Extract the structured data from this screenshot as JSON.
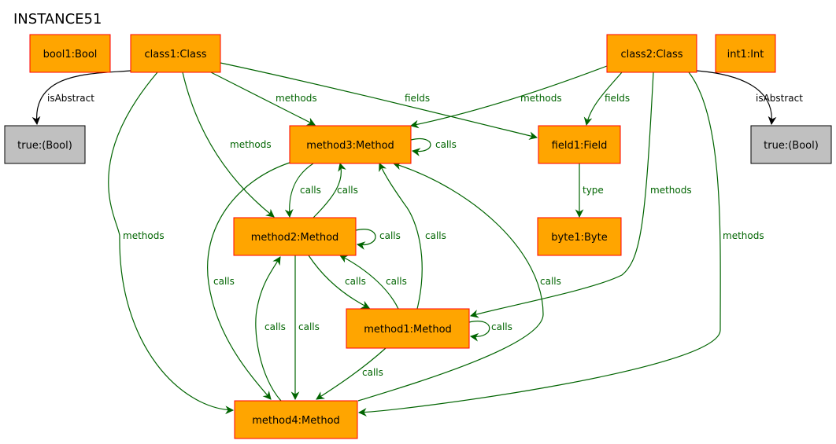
{
  "title": "INSTANCE51",
  "colors": {
    "object_fill": "#ffa500",
    "object_border": "#ff0000",
    "value_fill": "#c0c0c0",
    "value_border": "#000000",
    "edge_green": "#006400",
    "edge_black": "#000000"
  },
  "nodes": [
    {
      "id": "bool1",
      "label": "bool1:Bool",
      "kind": "object"
    },
    {
      "id": "class1",
      "label": "class1:Class",
      "kind": "object"
    },
    {
      "id": "class2",
      "label": "class2:Class",
      "kind": "object"
    },
    {
      "id": "int1",
      "label": "int1:Int",
      "kind": "object"
    },
    {
      "id": "true1",
      "label": "true:(Bool)",
      "kind": "value"
    },
    {
      "id": "true2",
      "label": "true:(Bool)",
      "kind": "value"
    },
    {
      "id": "method3",
      "label": "method3:Method",
      "kind": "object"
    },
    {
      "id": "field1",
      "label": "field1:Field",
      "kind": "object"
    },
    {
      "id": "method2",
      "label": "method2:Method",
      "kind": "object"
    },
    {
      "id": "byte1",
      "label": "byte1:Byte",
      "kind": "object"
    },
    {
      "id": "method1",
      "label": "method1:Method",
      "kind": "object"
    },
    {
      "id": "method4",
      "label": "method4:Method",
      "kind": "object"
    }
  ],
  "edges": [
    {
      "id": "e1",
      "from": "class1",
      "to": "true1",
      "label": "isAbstract",
      "style": "black"
    },
    {
      "id": "e2",
      "from": "class1",
      "to": "method3",
      "label": "methods",
      "style": "green"
    },
    {
      "id": "e3",
      "from": "class1",
      "to": "field1",
      "label": "fields",
      "style": "green"
    },
    {
      "id": "e4",
      "from": "class1",
      "to": "method2",
      "label": "methods",
      "style": "green"
    },
    {
      "id": "e5",
      "from": "class1",
      "to": "method4",
      "label": "methods",
      "style": "green"
    },
    {
      "id": "e6",
      "from": "class2",
      "to": "method3",
      "label": "methods",
      "style": "green"
    },
    {
      "id": "e7",
      "from": "class2",
      "to": "field1",
      "label": "fields",
      "style": "green"
    },
    {
      "id": "e8",
      "from": "class2",
      "to": "true2",
      "label": "isAbstract",
      "style": "black"
    },
    {
      "id": "e9",
      "from": "class2",
      "to": "method1",
      "label": "methods",
      "style": "green"
    },
    {
      "id": "e10",
      "from": "class2",
      "to": "method4",
      "label": "methods",
      "style": "green"
    },
    {
      "id": "e11",
      "from": "method3",
      "to": "method3",
      "label": "calls",
      "style": "green"
    },
    {
      "id": "e12",
      "from": "method3",
      "to": "method2",
      "label": "calls",
      "style": "green"
    },
    {
      "id": "e13",
      "from": "method2",
      "to": "method3",
      "label": "calls",
      "style": "green"
    },
    {
      "id": "e14",
      "from": "method3",
      "to": "method4",
      "label": "calls",
      "style": "green"
    },
    {
      "id": "e15",
      "from": "field1",
      "to": "byte1",
      "label": "type",
      "style": "green"
    },
    {
      "id": "e16",
      "from": "method2",
      "to": "method2",
      "label": "calls",
      "style": "green"
    },
    {
      "id": "e17",
      "from": "method2",
      "to": "method1",
      "label": "calls",
      "style": "green"
    },
    {
      "id": "e18",
      "from": "method1",
      "to": "method2",
      "label": "calls",
      "style": "green"
    },
    {
      "id": "e19",
      "from": "method1",
      "to": "method3",
      "label": "calls",
      "style": "green"
    },
    {
      "id": "e20",
      "from": "method4",
      "to": "method3",
      "label": "calls",
      "style": "green"
    },
    {
      "id": "e21",
      "from": "method4",
      "to": "method2",
      "label": "calls",
      "style": "green"
    },
    {
      "id": "e22",
      "from": "method2",
      "to": "method4",
      "label": "calls",
      "style": "green"
    },
    {
      "id": "e23",
      "from": "method1",
      "to": "method1",
      "label": "calls",
      "style": "green"
    },
    {
      "id": "e24",
      "from": "method1",
      "to": "method4",
      "label": "calls",
      "style": "green"
    }
  ]
}
